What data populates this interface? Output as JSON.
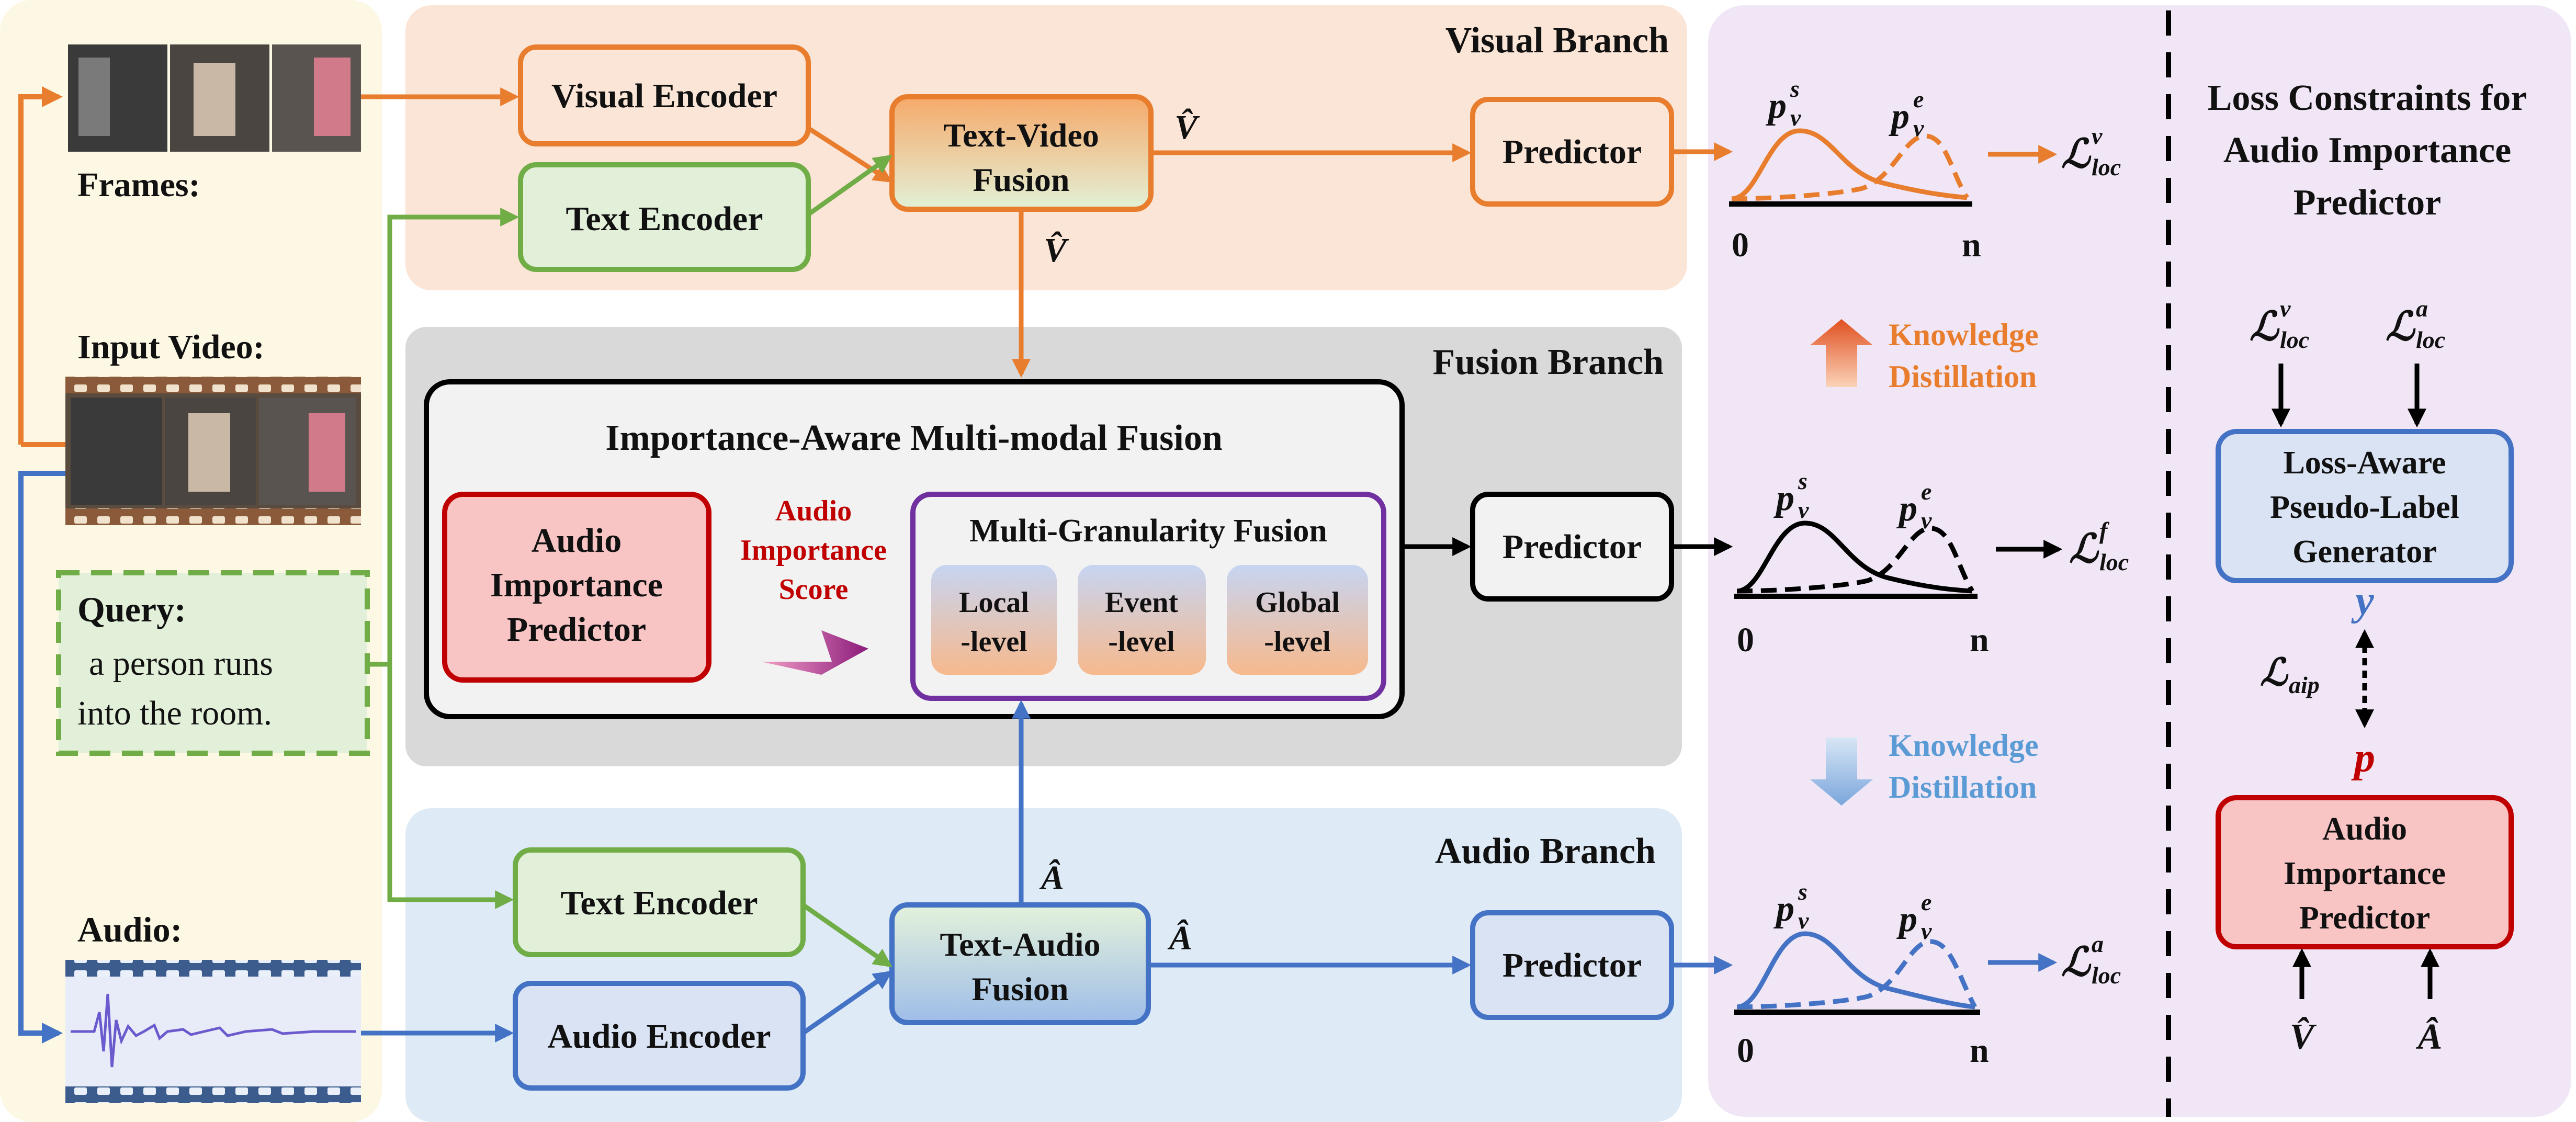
{
  "input_panel": {
    "frames_label": "Frames:",
    "input_video_label": "Input Video:",
    "query_label": "Query:",
    "query_line1": "a person runs",
    "query_line2": "into the room.",
    "audio_label": "Audio:"
  },
  "visual_branch": {
    "title": "Visual Branch",
    "visual_encoder": "Visual Encoder",
    "text_encoder": "Text Encoder",
    "fusion_line1": "Text-Video",
    "fusion_line2": "Fusion",
    "predictor": "Predictor",
    "v_hat": "V̂"
  },
  "fusion_branch": {
    "title": "Fusion Branch",
    "iamf_title": "Importance-Aware Multi-modal Fusion",
    "aip_line1": "Audio",
    "aip_line2": "Importance",
    "aip_line3": "Predictor",
    "score_line1": "Audio",
    "score_line2": "Importance",
    "score_line3": "Score",
    "mgf_title": "Multi-Granularity Fusion",
    "local_line1": "Local",
    "local_line2": "-level",
    "event_line1": "Event",
    "event_line2": "-level",
    "global_line1": "Global",
    "global_line2": "-level",
    "predictor": "Predictor"
  },
  "audio_branch": {
    "title": "Audio Branch",
    "text_encoder": "Text Encoder",
    "audio_encoder": "Audio Encoder",
    "fusion_line1": "Text-Audio",
    "fusion_line2": "Fusion",
    "predictor": "Predictor",
    "a_hat": "Â"
  },
  "distributions": {
    "ps": "p",
    "pe": "p",
    "sup_s": "s",
    "sup_e": "e",
    "sub_v": "v",
    "axis_start": "0",
    "axis_end": "n"
  },
  "losses": {
    "L": "ℒ",
    "sub_loc": "loc",
    "sup_v": "v",
    "sup_f": "f",
    "sup_a": "a",
    "sub_aip": "aip"
  },
  "knowledge_distillation": {
    "line1": "Knowledge",
    "line2": "Distillation"
  },
  "loss_panel": {
    "title_line1": "Loss Constraints for",
    "title_line2": "Audio Importance",
    "title_line3": "Predictor",
    "generator_line1": "Loss-Aware",
    "generator_line2": "Pseudo-Label",
    "generator_line3": "Generator",
    "y": "y",
    "p": "p",
    "aip_line1": "Audio",
    "aip_line2": "Importance",
    "aip_line3": "Predictor",
    "v_hat": "V̂",
    "a_hat": "Â"
  },
  "colors": {
    "orange": "#e87d2e",
    "green": "#70ad47",
    "blue": "#4472c4",
    "red": "#c00000",
    "purple": "#7030a0",
    "light_blue_text": "#5b9bd5"
  }
}
